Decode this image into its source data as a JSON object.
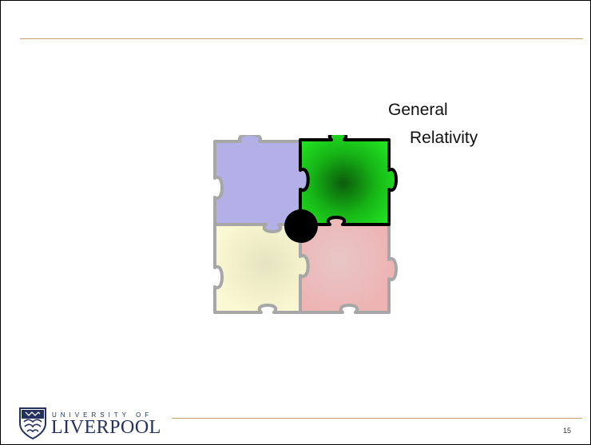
{
  "slide": {
    "labels": [
      "General",
      "Relativity"
    ],
    "page_number": "15"
  },
  "puzzle": {
    "pieces": [
      {
        "name": "top-left",
        "color": "#b2b0e6"
      },
      {
        "name": "top-right",
        "color": "#19cf19",
        "highlighted": true
      },
      {
        "name": "bottom-left",
        "color": "#f8f6c6"
      },
      {
        "name": "bottom-right",
        "color": "#ebb6b6"
      }
    ],
    "marker_color": "#000000"
  },
  "logo": {
    "line1": "UNIVERSITY OF",
    "line2": "LIVERPOOL",
    "brand_color": "#24305e"
  }
}
